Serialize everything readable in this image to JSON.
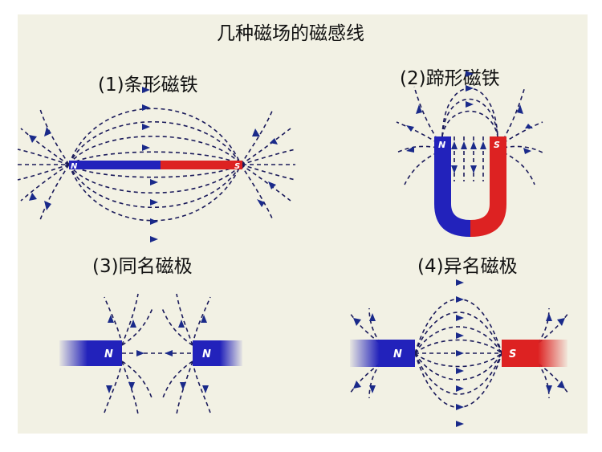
{
  "title": "几种磁场的磁感线",
  "panels": [
    {
      "label": "(1)条形磁铁",
      "poles": [
        "N",
        "S"
      ]
    },
    {
      "label": "(2)蹄形磁铁",
      "poles": [
        "N",
        "S"
      ]
    },
    {
      "label": "(3)同名磁极",
      "poles": [
        "N",
        "N"
      ]
    },
    {
      "label": "(4)异名磁极",
      "poles": [
        "N",
        "S"
      ]
    }
  ],
  "colors": {
    "background": "#f2f1e4",
    "north": "#2222bb",
    "south": "#dd2222",
    "field_line": "#1a1a5a"
  }
}
